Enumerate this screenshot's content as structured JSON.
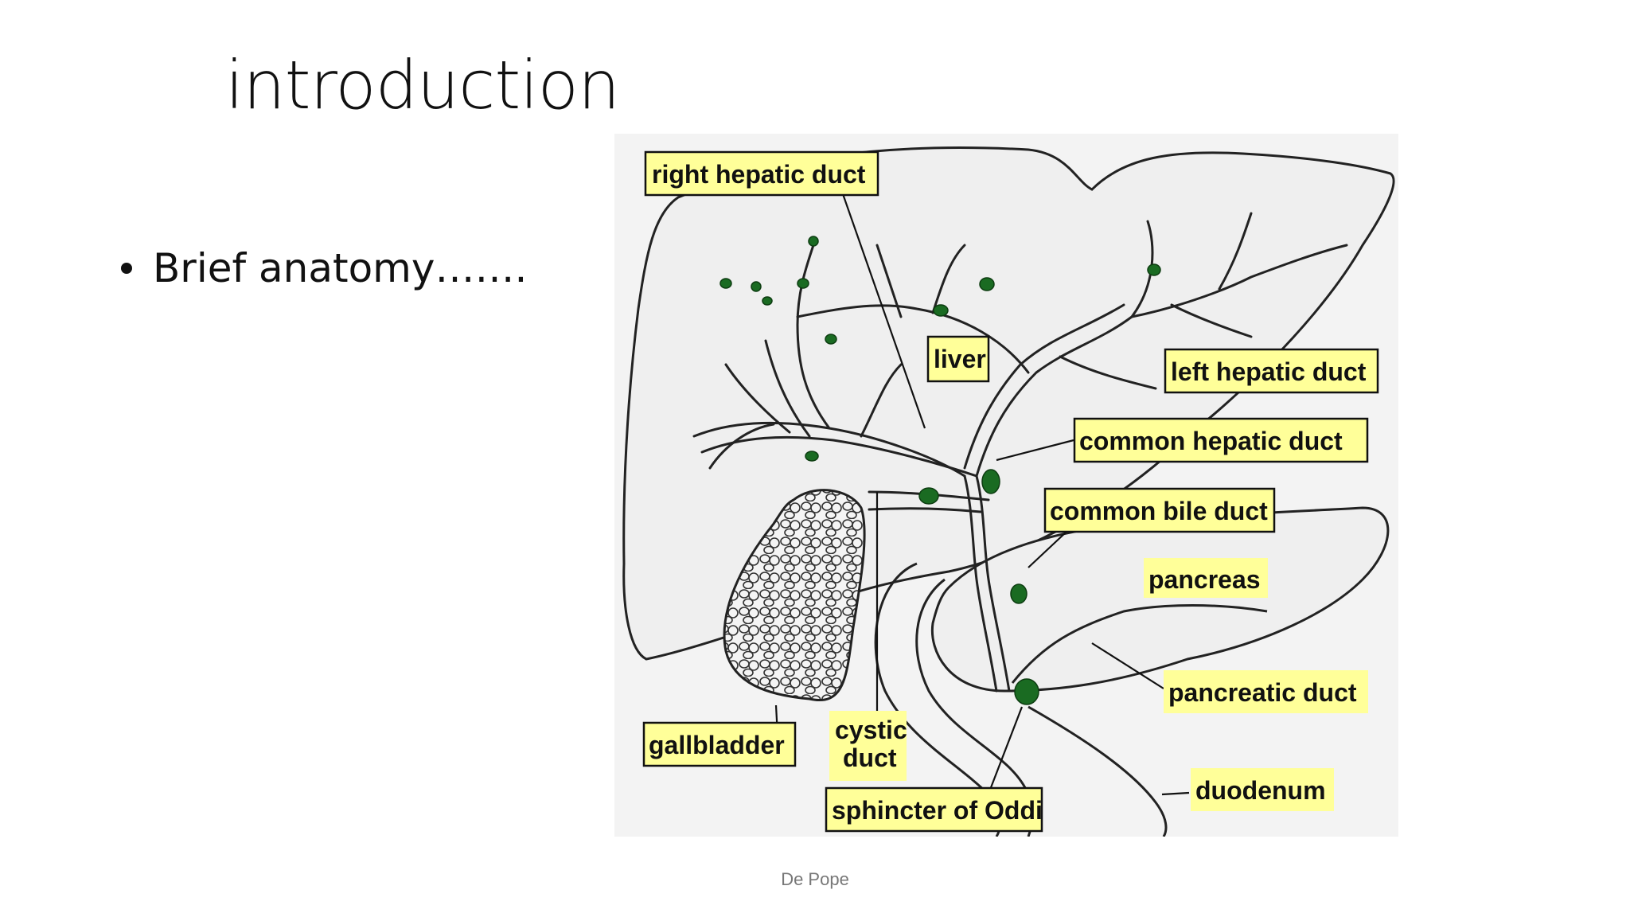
{
  "slide": {
    "title": "introduction",
    "bullets": [
      "Brief anatomy……."
    ],
    "footer": "De Pope"
  },
  "diagram": {
    "colors": {
      "label_bg": "#ffff99",
      "organ_fill": "#efefef",
      "organ_stroke": "#222222",
      "lymph_node": "#1a6b22"
    },
    "labels": {
      "right_hepatic_duct": "right hepatic duct",
      "liver": "liver",
      "left_hepatic_duct": "left hepatic duct",
      "common_hepatic_duct": "common hepatic duct",
      "common_bile_duct": "common bile duct",
      "pancreas": "pancreas",
      "pancreatic_duct": "pancreatic duct",
      "gallbladder": "gallbladder",
      "cystic_duct_line1": "cystic",
      "cystic_duct_line2": "duct",
      "sphincter_of_oddi": "sphincter of Oddi",
      "duodenum": "duodenum"
    }
  }
}
